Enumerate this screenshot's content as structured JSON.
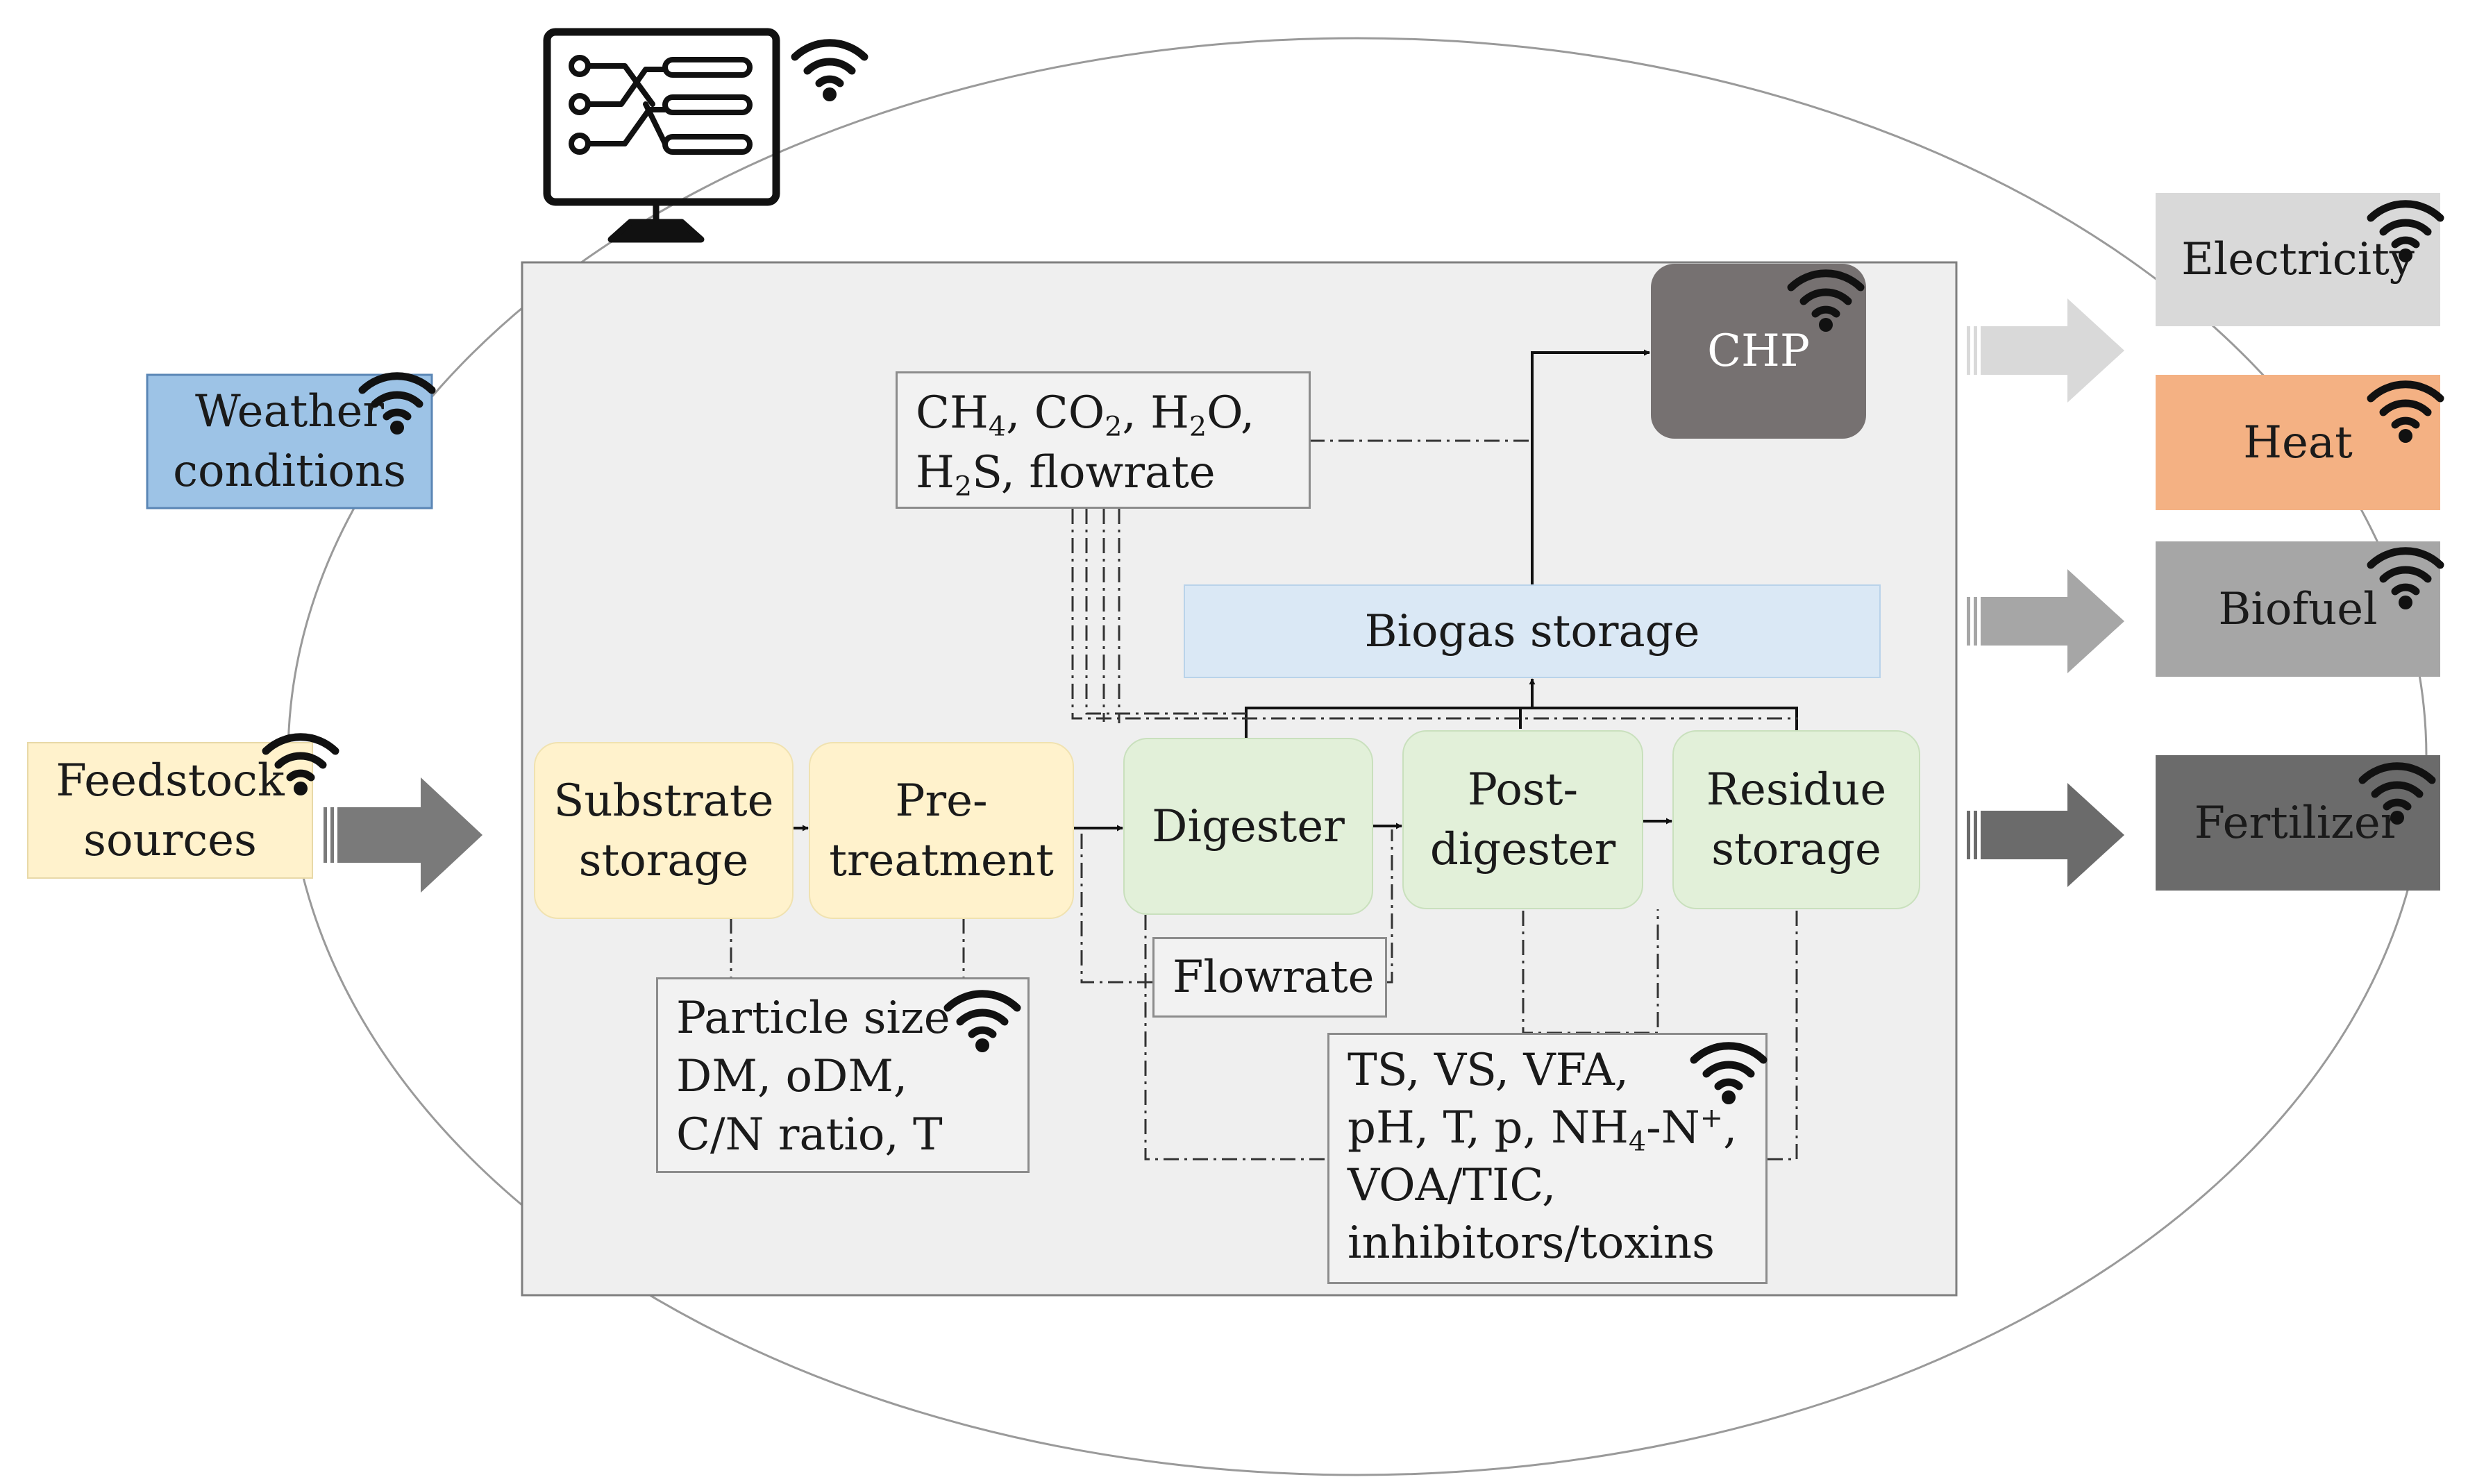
{
  "colors": {
    "system_bg": "#efefef",
    "system_border": "#7f7f7f",
    "weather": "#9dc3e6",
    "feedstock": "#fff2cc",
    "substrate": "#fff2cc",
    "digester": "#e2f0d9",
    "biogas_storage": "#dae8f5",
    "chp": "#767171",
    "electricity": "#d9d9d9",
    "heat": "#f4b183",
    "biofuel": "#a6a6a6",
    "fertilizer": "#6b6b6b"
  },
  "icons": {
    "monitor": "computer-monitor-icon",
    "wireless": "wifi-signal-icon",
    "arrow": "block-arrow-icon"
  },
  "inputs": {
    "weather": {
      "line1": "Weather",
      "line2": "conditions"
    },
    "feedstock": {
      "line1": "Feedstock",
      "line2": "sources"
    }
  },
  "process": {
    "substrate_storage": {
      "line1": "Substrate",
      "line2": "storage"
    },
    "pretreatment": {
      "line1": "Pre-",
      "line2": "treatment"
    },
    "digester": {
      "label": "Digester"
    },
    "post_digester": {
      "line1": "Post-",
      "line2": "digester"
    },
    "residue_storage": {
      "line1": "Residue",
      "line2": "storage"
    },
    "biogas_storage": {
      "label": "Biogas storage"
    },
    "chp": {
      "label": "CHP"
    }
  },
  "sensors": {
    "gas": {
      "ch4_base": "CH",
      "ch4_sub": "4",
      "co2_base": "CO",
      "co2_sub": "2",
      "h2o_base": "H",
      "h2o_sub": "2",
      "h2o_end": "O",
      "h2s_base": "H",
      "h2s_sub": "2",
      "h2s_end": "S",
      "flowrate": "flowrate"
    },
    "feed": {
      "line1": "Particle size",
      "line2": "DM, oDM,",
      "line3": "C/N ratio, T"
    },
    "flow": {
      "label": "Flowrate"
    },
    "digestate": {
      "line1": "TS, VS, VFA,",
      "line2_a": "pH, T, p, NH",
      "line2_sub": "4",
      "line2_b": "-N",
      "line2_sup": "+",
      "line2_c": ",",
      "line3": "VOA/TIC,",
      "line4": "inhibitors/toxins"
    }
  },
  "outputs": {
    "electricity": "Electricity",
    "heat": "Heat",
    "biofuel": "Biofuel",
    "fertilizer": "Fertilizer"
  }
}
